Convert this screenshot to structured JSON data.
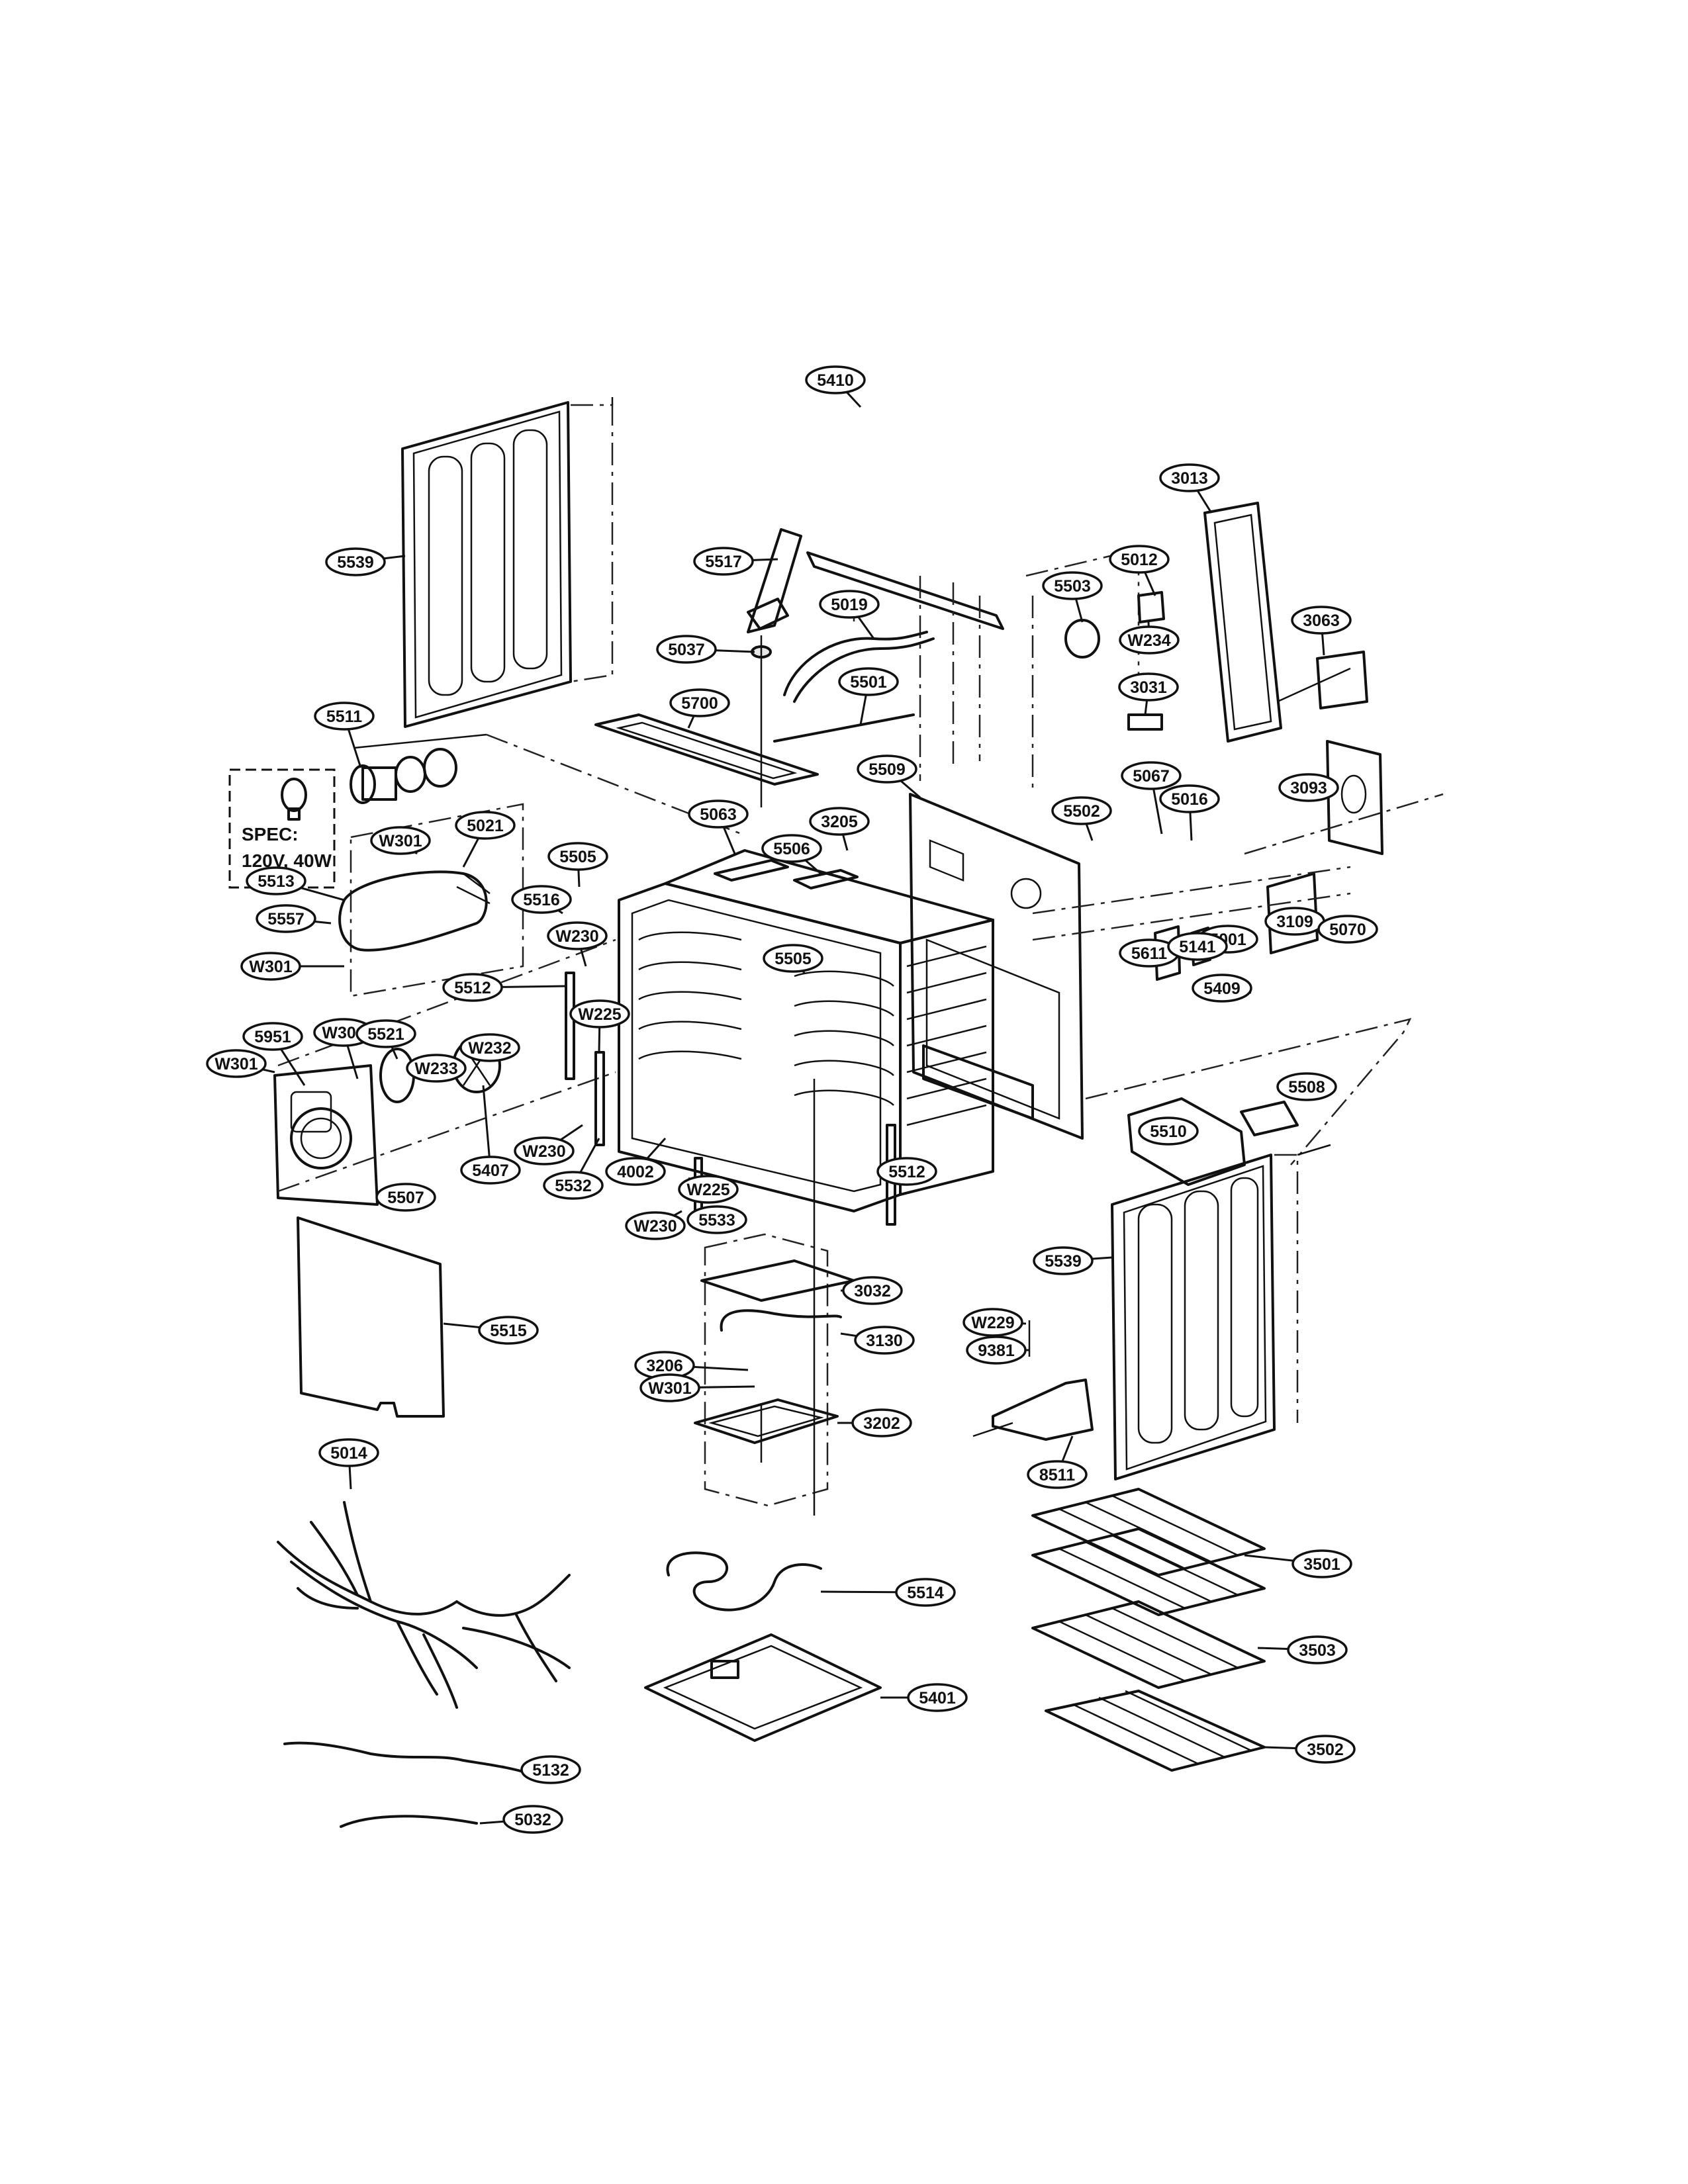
{
  "spec_box": {
    "line1": "SPEC:",
    "line2": "120V, 40W"
  },
  "callouts": [
    "5539",
    "5410",
    "3013",
    "5517",
    "5012",
    "5503",
    "5019",
    "3063",
    "W234",
    "5037",
    "5501",
    "3031",
    "5700",
    "5511",
    "5509",
    "5067",
    "3093",
    "5016",
    "5502",
    "5063",
    "3205",
    "5021",
    "W301",
    "5505",
    "5506",
    "5513",
    "5516",
    "3109",
    "5070",
    "5557",
    "5001",
    "W230",
    "5611",
    "5141",
    "W301",
    "5505",
    "5512",
    "W225",
    "5409",
    "5951",
    "W301",
    "5521",
    "W232",
    "5508",
    "W301",
    "W233",
    "5510",
    "5407",
    "W230",
    "4002",
    "5532",
    "5512",
    "5507",
    "W225",
    "W230",
    "5533",
    "5539",
    "3032",
    "5515",
    "3130",
    "W229",
    "3206",
    "9381",
    "W301",
    "3202",
    "5014",
    "8511",
    "3501",
    "5514",
    "3503",
    "5401",
    "5132",
    "3502",
    "5032"
  ]
}
